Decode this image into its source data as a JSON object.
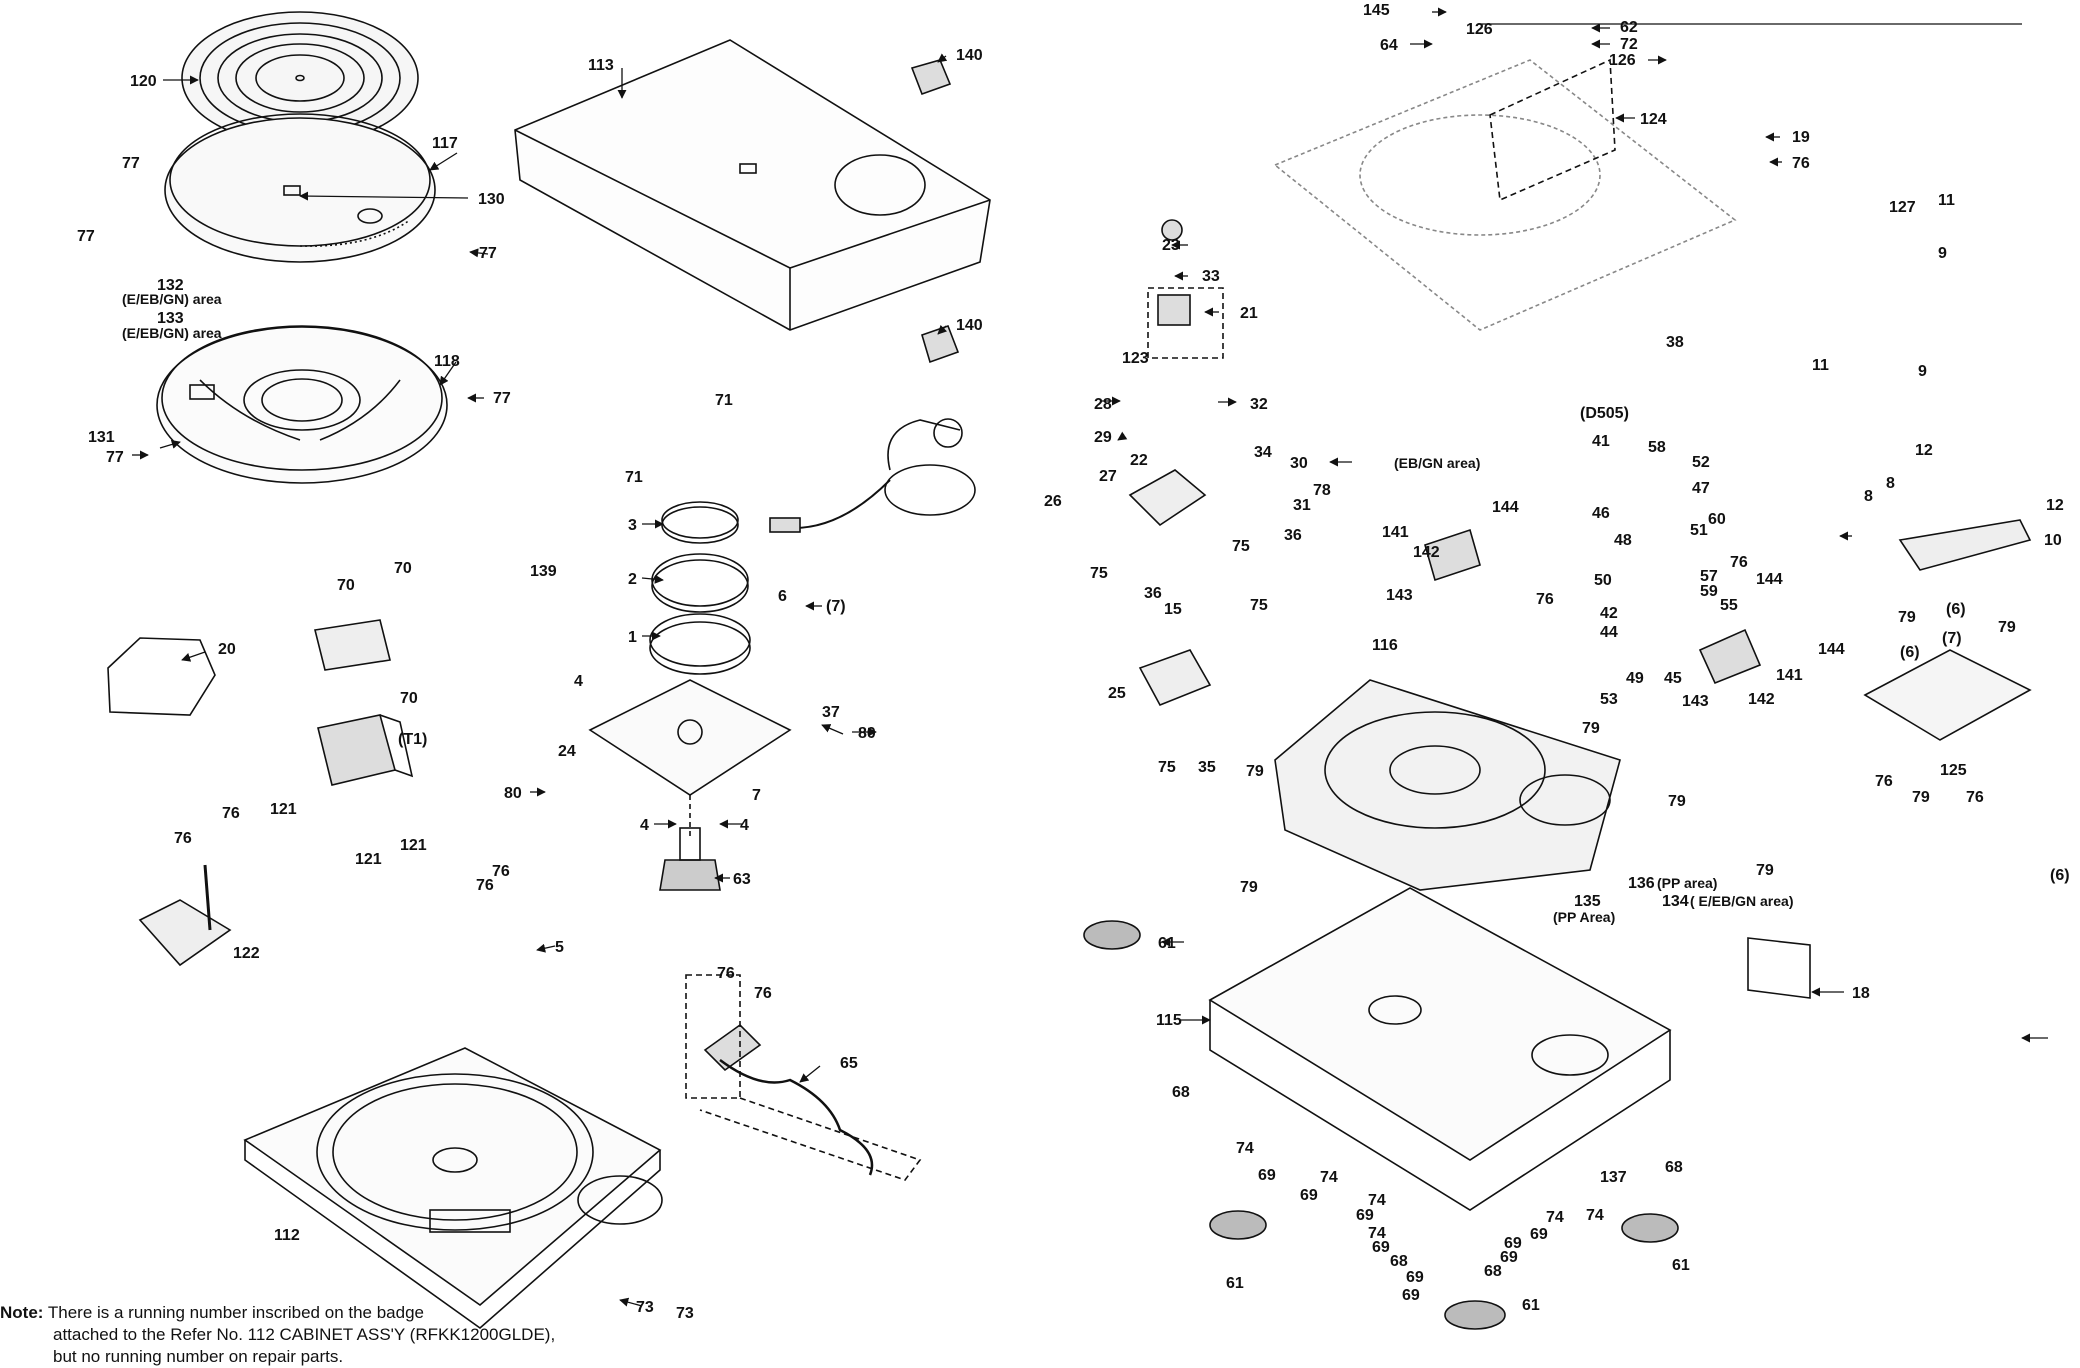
{
  "diagram_title": "",
  "callouts": {
    "c1": "1",
    "c2": "2",
    "c3": "3",
    "c4": "4",
    "c5": "5",
    "c6": "6",
    "c6p": "(6)",
    "c7": "7",
    "c7p": "(7)",
    "c8": "8",
    "c9": "9",
    "c10": "10",
    "c11": "11",
    "c12": "12",
    "c15": "15",
    "c18": "18",
    "c19": "19",
    "c20": "20",
    "c21": "21",
    "c22": "22",
    "c23": "23",
    "c24": "24",
    "c25": "25",
    "c26": "26",
    "c27": "27",
    "c28": "28",
    "c29": "29",
    "c30": "30",
    "c31": "31",
    "c32": "32",
    "c33": "33",
    "c34": "34",
    "c35": "35",
    "c36": "36",
    "c37": "37",
    "c38": "38",
    "c41": "41",
    "c42": "42",
    "c44": "44",
    "c45": "45",
    "c46": "46",
    "c47": "47",
    "c48": "48",
    "c49": "49",
    "c50": "50",
    "c51": "51",
    "c52": "52",
    "c53": "53",
    "c55": "55",
    "c57": "57",
    "c58": "58",
    "c59": "59",
    "c60": "60",
    "c61": "61",
    "c62": "62",
    "c63": "63",
    "c64": "64",
    "c65": "65",
    "c68": "68",
    "c69": "69",
    "c70": "70",
    "c71": "71",
    "c72": "72",
    "c73": "73",
    "c74": "74",
    "c75": "75",
    "c76": "76",
    "c77": "77",
    "c78": "78",
    "c79": "79",
    "c80": "80",
    "c112": "112",
    "c113": "113",
    "c115": "115",
    "c116": "116",
    "c117": "117",
    "c118": "118",
    "c120": "120",
    "c121": "121",
    "c122": "122",
    "c123": "123",
    "c124": "124",
    "c125": "125",
    "c126": "126",
    "c127": "127",
    "c130": "130",
    "c131": "131",
    "c132": "132",
    "c133": "133",
    "c134": "134",
    "c135": "135",
    "c136": "136",
    "c137": "137",
    "c139": "139",
    "c140": "140",
    "c141": "141",
    "c142": "142",
    "c143": "143",
    "c144": "144",
    "c145": "145",
    "cT1": "(T1)",
    "cD505": "(D505)"
  },
  "area_notes": {
    "a132": "(E/EB/GN) area",
    "a133": "(E/EB/GN) area",
    "a129": "(EB/GN area)",
    "a136": "(PP area)",
    "a135": "(PP Area)",
    "a134": "( E/EB/GN area)"
  },
  "note": {
    "label": "Note:",
    "line1": "There is a running number inscribed on the badge",
    "line2": "attached to the Refer No. 112 CABINET ASS'Y (RFKK1200GLDE),",
    "line3": "but no running number on repair parts."
  }
}
